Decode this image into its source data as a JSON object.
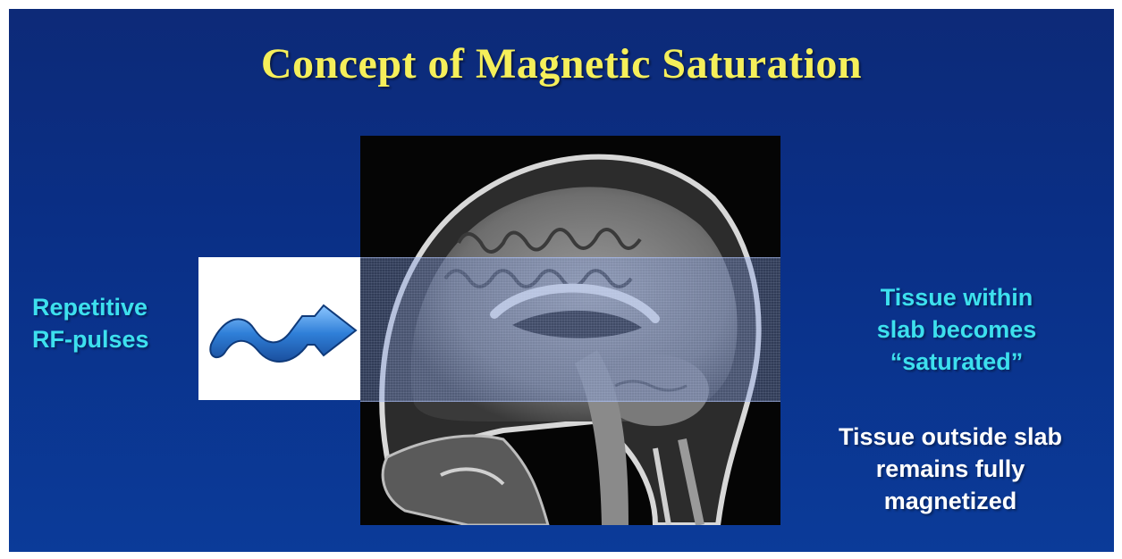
{
  "slide": {
    "title": "Concept of Magnetic Saturation",
    "left_label": {
      "line1": "Repetitive",
      "line2": "RF-pulses"
    },
    "right_top": {
      "line1": "Tissue within",
      "line2": "slab becomes",
      "line3": "“saturated”"
    },
    "right_bottom": {
      "line1": "Tissue outside slab",
      "line2": "remains fully",
      "line3": "magnetized"
    }
  },
  "icons": {
    "rf_arrow": "wavy-arrow-icon"
  },
  "colors": {
    "background": "#0a2f86",
    "title": "#f5ef5a",
    "accent_cyan": "#3de0ee",
    "text_white": "#ffffff",
    "arrow_blue": "#2f7fd8"
  }
}
